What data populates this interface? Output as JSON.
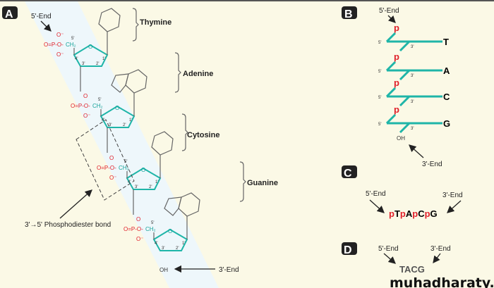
{
  "panels": {
    "a": {
      "badge": "A",
      "five_end": "5'-End",
      "three_end": "3'-End",
      "oh": "OH",
      "bond_label": "3'→5' Phosphodiester bond",
      "bases": [
        "Thymine",
        "Adenine",
        "Cytosine",
        "Guanine"
      ],
      "phosphate": {
        "o": "O",
        "o_minus": "O⁻",
        "p": "P",
        "eq": "O=P-O-",
        "ch2": "CH₂"
      },
      "sugar_labels": {
        "c5": "5'",
        "c4": "4'",
        "c3": "3'",
        "c2": "2'",
        "c1": "1'",
        "o": "O"
      }
    },
    "b": {
      "badge": "B",
      "five_end": "5'-End",
      "three_end": "3'-End",
      "p": "p",
      "five_prime": "5'",
      "three_prime": "3'",
      "oh": "OH",
      "bases": [
        "T",
        "A",
        "C",
        "G"
      ]
    },
    "c": {
      "badge": "C",
      "five_end": "5'-End",
      "three_end": "3'-End",
      "sequence": [
        "p",
        "T",
        "p",
        "A",
        "p",
        "C",
        "p",
        "G"
      ]
    },
    "d": {
      "badge": "D",
      "five_end": "5'-End",
      "three_end": "3'-End",
      "sequence": "TACG"
    }
  },
  "watermark": "muhadharaty.com",
  "colors": {
    "background": "#fbf9e6",
    "backbone": "#1fb5a8",
    "phosphate": "#e0202a",
    "strip": "#eaf6fa"
  }
}
